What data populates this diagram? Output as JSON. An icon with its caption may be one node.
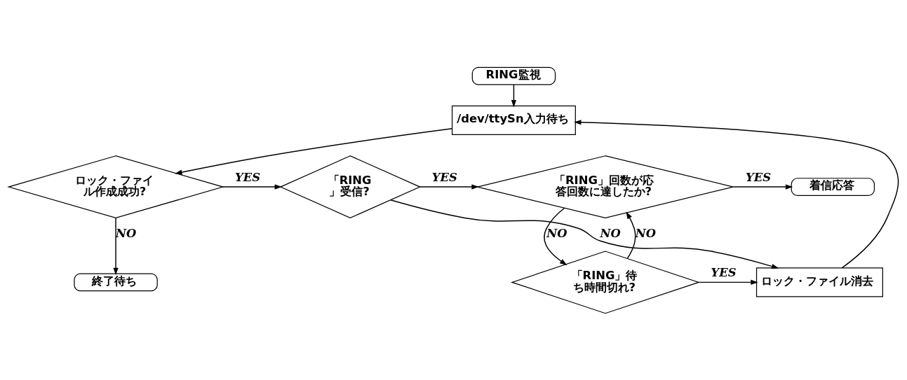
{
  "diagram": {
    "nodes": [
      {
        "text": [
          "RING監視"
        ]
      },
      {
        "text": [
          "/dev/ttySn入力待ち"
        ]
      },
      {
        "text": [
          "ロック・ファイル作成成功?"
        ]
      },
      {
        "text": [
          "終了待ち"
        ]
      },
      {
        "text": [
          "「RING」受信?"
        ]
      },
      {
        "text": [
          "「RING」回数が応答回数に達したか?"
        ]
      },
      {
        "text": [
          "着信応答"
        ]
      },
      {
        "text": [
          "「RING」待ち時間切れ?"
        ]
      },
      {
        "text": [
          "ロック・ファイル消去"
        ]
      }
    ],
    "edges": [
      {
        "from": 0,
        "to": 1,
        "arrow": "to"
      },
      {
        "from": 1,
        "to": 2,
        "arrow": "to"
      },
      {
        "from": 2,
        "to": 4,
        "arrow": "to",
        "label": "YES"
      },
      {
        "from": 2,
        "to": 3,
        "arrow": "to",
        "label": "NO"
      },
      {
        "from": 4,
        "to": 5,
        "arrow": "to",
        "label": "YES"
      },
      {
        "from": 4,
        "to": 8,
        "arrow": "to",
        "label": "NO"
      },
      {
        "from": 5,
        "to": 6,
        "arrow": "to",
        "label": "YES"
      },
      {
        "from": 5,
        "to": 7,
        "arrow": "to",
        "label": "NO"
      },
      {
        "from": 7,
        "to": 8,
        "arrow": "to",
        "label": "YES"
      },
      {
        "from": 7,
        "to": 5,
        "arrow": "to",
        "label": "NO"
      },
      {
        "from": 8,
        "to": 1,
        "arrow": "to"
      }
    ]
  }
}
